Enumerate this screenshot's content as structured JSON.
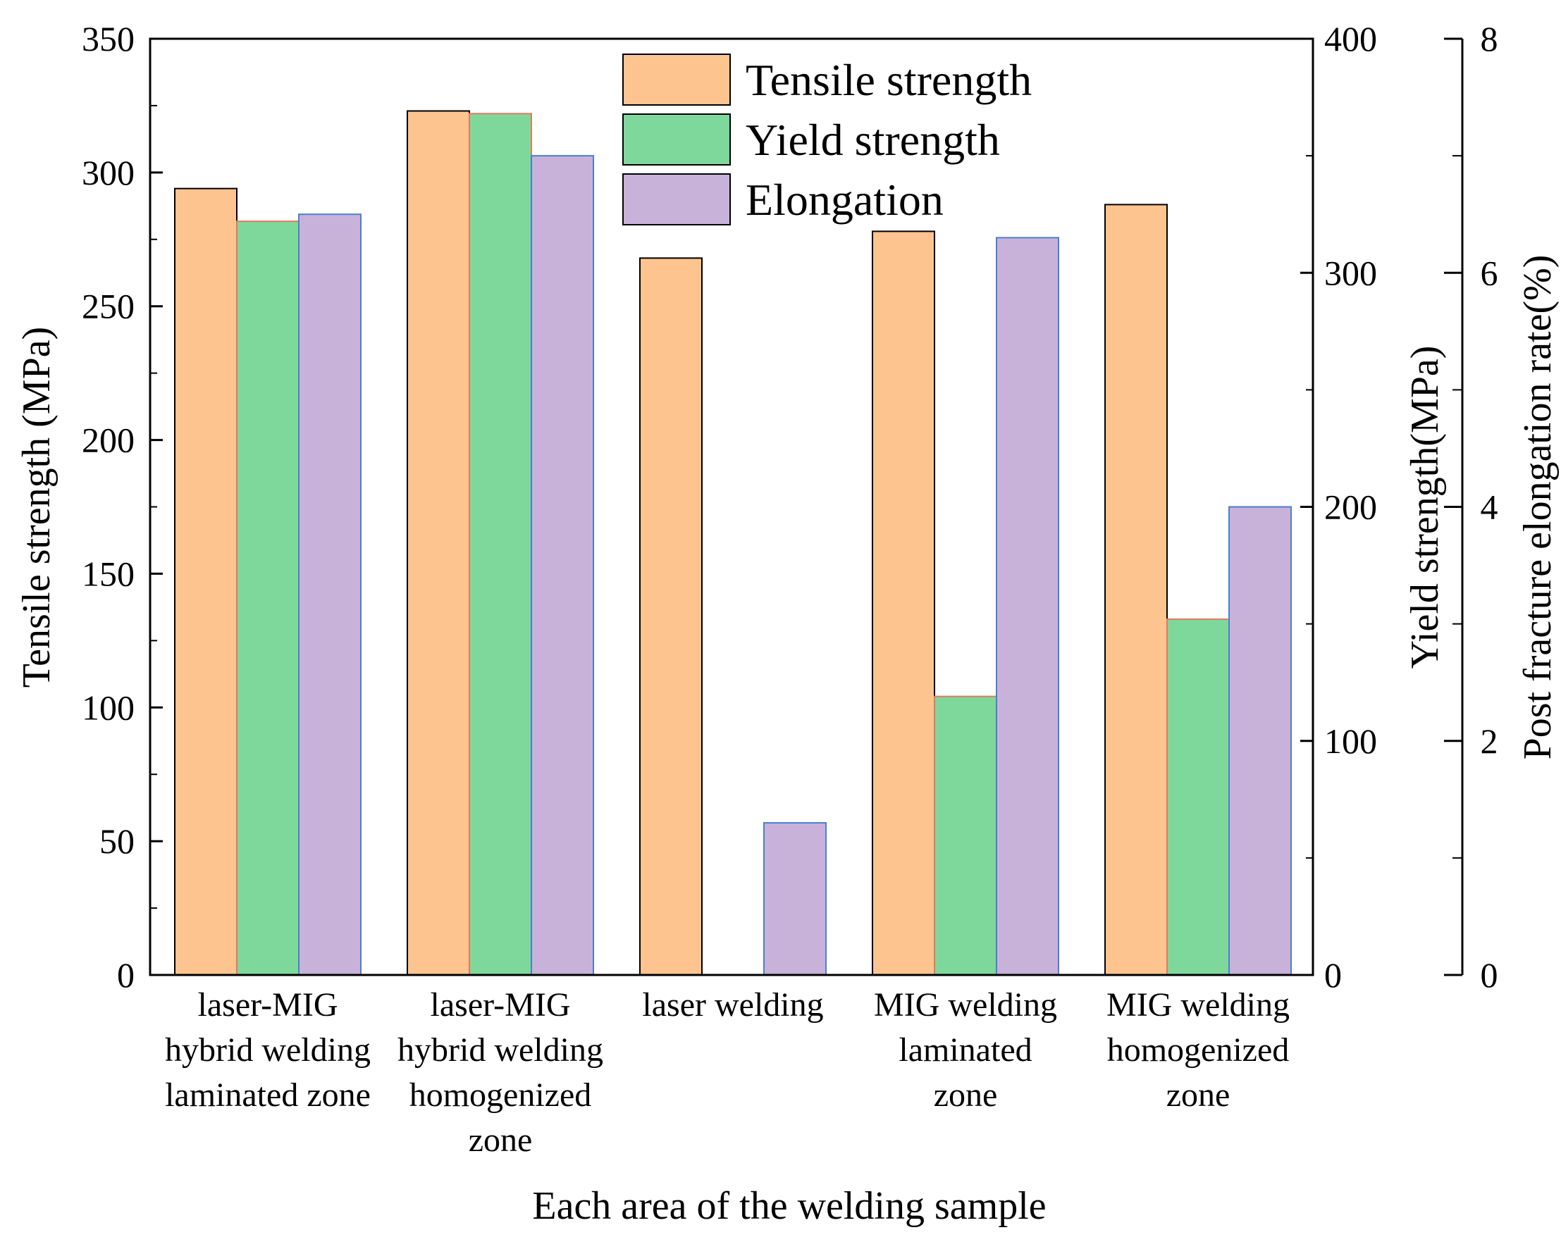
{
  "chart_data": {
    "type": "bar",
    "categories": [
      [
        "laser-MIG",
        "hybrid welding",
        "laminated zone"
      ],
      [
        "laser-MIG",
        "hybrid welding",
        "homogenized",
        "zone"
      ],
      [
        "laser welding"
      ],
      [
        "MIG welding",
        "laminated",
        "zone"
      ],
      [
        "MIG welding",
        "homogenized",
        "zone"
      ]
    ],
    "xlabel": "Each area of the welding sample",
    "axes": {
      "left": {
        "label": "Tensile strength (MPa)",
        "range": [
          0,
          350
        ],
        "ticks": [
          0,
          50,
          100,
          150,
          200,
          250,
          300,
          350
        ]
      },
      "right1": {
        "label": "Yield strength(MPa)",
        "range": [
          0,
          400
        ],
        "ticks": [
          0,
          100,
          200,
          300,
          400
        ]
      },
      "right2": {
        "label": "Post fracture elongation rate(%)",
        "range": [
          0,
          8
        ],
        "ticks": [
          0,
          2,
          4,
          6,
          8
        ]
      }
    },
    "series": [
      {
        "name": "Tensile strength",
        "axis": "left",
        "color": "#FDC48F",
        "edge": "#000000",
        "values": [
          294,
          323,
          268,
          278,
          288
        ]
      },
      {
        "name": "Yield strength",
        "axis": "right1",
        "color": "#7FD89B",
        "edge": "#E07A5F",
        "values": [
          322,
          368,
          null,
          119,
          152
        ]
      },
      {
        "name": "Elongation",
        "axis": "right2",
        "color": "#C8B2D9",
        "edge": "#4A7FD0",
        "values": [
          6.5,
          7.0,
          1.3,
          6.3,
          4.0
        ]
      }
    ],
    "legend": {
      "position": "top-center"
    },
    "grid": false
  }
}
